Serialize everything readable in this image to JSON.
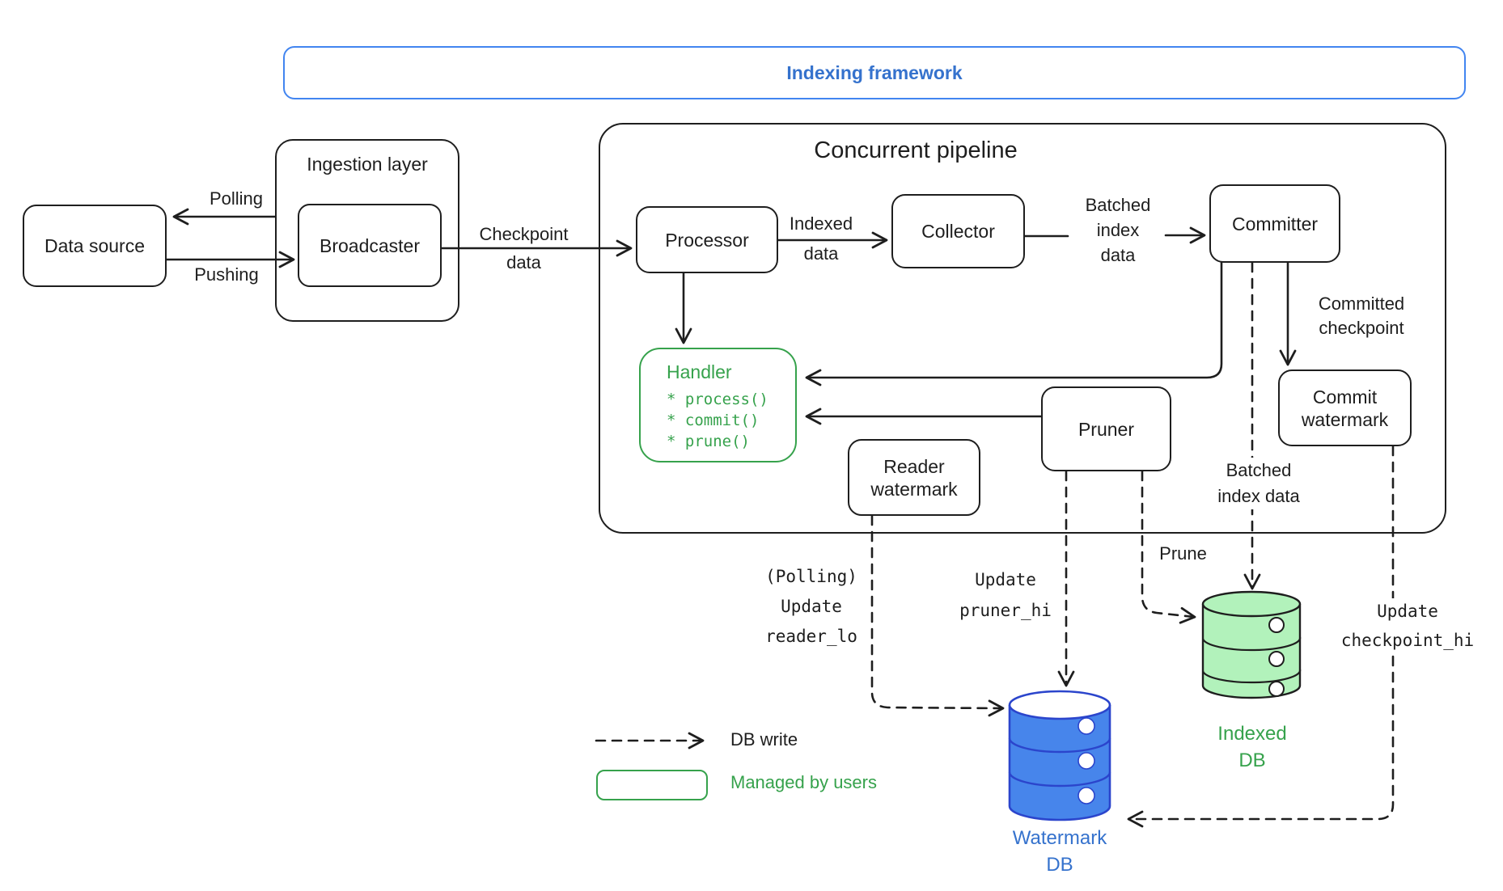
{
  "colors": {
    "ink": "#1e1e1e",
    "blue": "#3572cd",
    "blue_border": "#4285f0",
    "blue_fill": "#4785eb",
    "blue_dark": "#2b45cc",
    "green": "#36a24c",
    "green_fill": "#b2f2bb"
  },
  "framework": {
    "title": "Indexing framework"
  },
  "data_source": {
    "label": "Data source"
  },
  "ingestion": {
    "title": "Ingestion layer",
    "broadcaster": "Broadcaster"
  },
  "pipeline": {
    "title": "Concurrent pipeline",
    "processor": "Processor",
    "collector": "Collector",
    "committer": "Committer",
    "pruner": "Pruner",
    "handler": {
      "title": "Handler",
      "methods": [
        "* process()",
        "* commit()",
        "* prune()"
      ]
    },
    "reader_watermark": [
      "Reader",
      "watermark"
    ],
    "commit_watermark": [
      "Commit",
      "watermark"
    ]
  },
  "edges": {
    "polling": "Polling",
    "pushing": "Pushing",
    "checkpoint_data": [
      "Checkpoint",
      "data"
    ],
    "indexed_data": [
      "Indexed",
      "data"
    ],
    "batched_index_data": [
      "Batched",
      "index",
      "data"
    ],
    "committed_checkpoint": [
      "Committed",
      "checkpoint"
    ],
    "update_reader_lo": [
      "(Polling)",
      "Update",
      "reader_lo"
    ],
    "update_pruner_hi": [
      "Update",
      "pruner_hi"
    ],
    "prune": "Prune",
    "batched_index_data_db": [
      "Batched",
      "index data"
    ],
    "update_checkpoint_hi": [
      "Update",
      "checkpoint_hi"
    ]
  },
  "databases": {
    "watermark": [
      "Watermark",
      "DB"
    ],
    "indexed": [
      "Indexed",
      "DB"
    ]
  },
  "legend": {
    "db_write": "DB write",
    "managed_by_users": "Managed by users"
  }
}
